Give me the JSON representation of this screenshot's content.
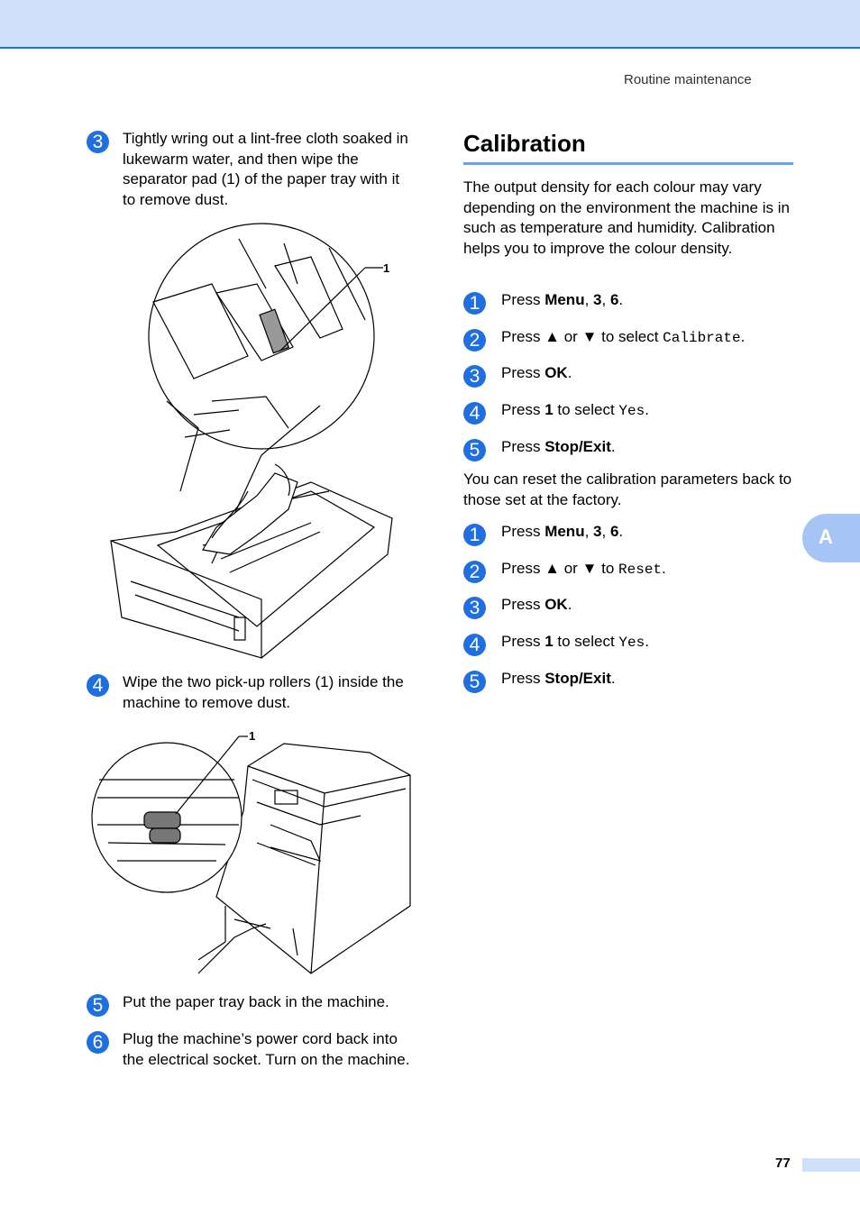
{
  "header": {
    "title": "Routine maintenance"
  },
  "left": {
    "step3": {
      "num": "3",
      "text": "Tightly wring out a lint-free cloth soaked in lukewarm water, and then wipe the separator pad (1) of the paper tray with it to remove dust."
    },
    "fig1": {
      "callout": "1"
    },
    "step4": {
      "num": "4",
      "text": "Wipe the two pick-up rollers (1) inside the machine to remove dust."
    },
    "fig2": {
      "callout": "1"
    },
    "step5": {
      "num": "5",
      "text": "Put the paper tray back in the machine."
    },
    "step6": {
      "num": "6",
      "text": "Plug the machine’s power cord back into the electrical socket. Turn on the machine."
    }
  },
  "right": {
    "heading": "Calibration",
    "intro": "The output density for each colour may vary depending on the environment the machine is in such as temperature and humidity. Calibration helps you to improve the colour density.",
    "stepsA": [
      {
        "num": "1",
        "pre": "Press ",
        "b1": "Menu",
        "mid1": ", ",
        "b2": "3",
        "mid2": ", ",
        "b3": "6",
        "post": "."
      },
      {
        "num": "2",
        "pre": "Press ▲ or ▼ to select ",
        "code": "Calibrate",
        "post": "."
      },
      {
        "num": "3",
        "pre": "Press ",
        "b1": "OK",
        "post": "."
      },
      {
        "num": "4",
        "pre": "Press ",
        "b1": "1",
        "mid1": " to select ",
        "code": "Yes",
        "post": "."
      },
      {
        "num": "5",
        "pre": "Press ",
        "b1": "Stop/Exit",
        "post": "."
      }
    ],
    "reset_text": "You can reset the calibration parameters back to those set at the factory.",
    "stepsB": [
      {
        "num": "1",
        "pre": "Press ",
        "b1": "Menu",
        "mid1": ", ",
        "b2": "3",
        "mid2": ", ",
        "b3": "6",
        "post": "."
      },
      {
        "num": "2",
        "pre": "Press ▲ or ▼ to ",
        "code": "Reset",
        "post": "."
      },
      {
        "num": "3",
        "pre": "Press ",
        "b1": "OK",
        "post": "."
      },
      {
        "num": "4",
        "pre": "Press ",
        "b1": "1",
        "mid1": " to select ",
        "code": "Yes",
        "post": "."
      },
      {
        "num": "5",
        "pre": "Press ",
        "b1": "Stop/Exit",
        "post": "."
      }
    ]
  },
  "side_tab": "A",
  "page_number": "77",
  "colors": {
    "accent": "#1f6fe0",
    "band": "#cfe0fb",
    "tab": "#a6c5f5"
  }
}
